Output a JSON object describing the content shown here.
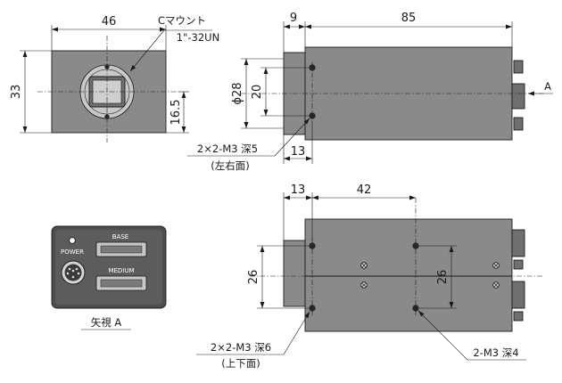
{
  "dimensions": {
    "front_width": "46",
    "front_height": "33",
    "front_center_height": "16.5",
    "side_flange": "9",
    "side_length": "85",
    "side_diameter": "ϕ28",
    "side_hole_pitch": "20",
    "side_hole_offset": "13",
    "bottom_hole_offset": "13",
    "bottom_hole_pitch_x": "42",
    "bottom_left_pitch_y": "26",
    "bottom_center_pitch_y": "26"
  },
  "notes": {
    "mount_line1": "Cマウント",
    "mount_line2": "1\"-32UN",
    "side_holes_line1": "2×2-M3  深5",
    "side_holes_line2": "(左右面)",
    "bottom_holes_line1": "2×2-M3  深6",
    "bottom_holes_line2": "(上下面)",
    "center_hole": "2-M3 深4",
    "arrow_label": "A"
  },
  "rear_view": {
    "caption": "矢視 A",
    "power_label": "POWER",
    "base_label": "BASE",
    "medium_label": "MEDIUM"
  }
}
